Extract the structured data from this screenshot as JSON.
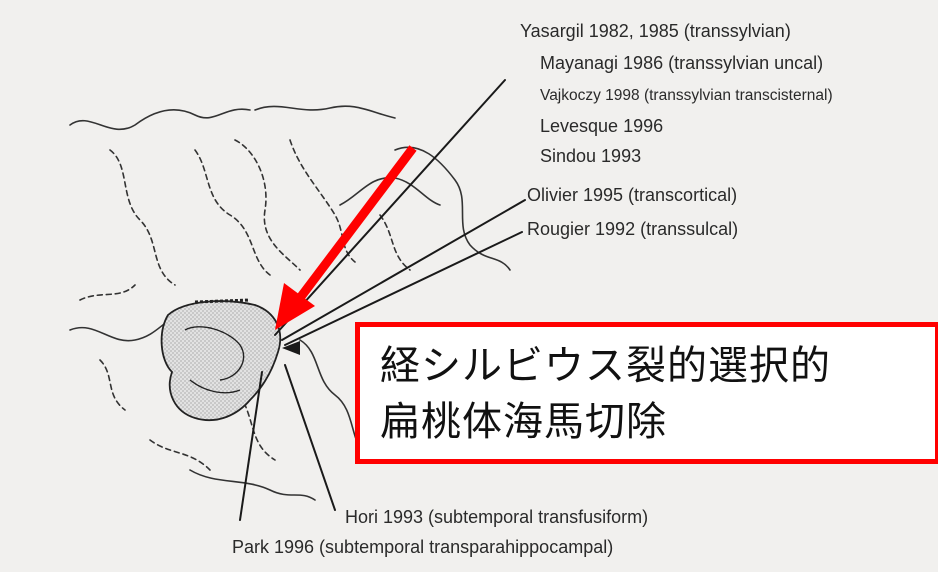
{
  "references": {
    "yasargil": "Yasargil 1982, 1985 (transsylvian)",
    "mayanagi": "Mayanagi 1986 (transsylvian uncal)",
    "vajkoczy": "Vajkoczy 1998 (transsylvian transcisternal)",
    "levesque": "Levesque 1996",
    "sindou": "Sindou 1993",
    "olivier": "Olivier 1995 (transcortical)",
    "rougier": "Rougier 1992 (transsulcal)",
    "hori": "Hori 1993 (subtemporal transfusiform)",
    "park": "Park 1996 (subtemporal transparahippocampal)"
  },
  "callout": {
    "line1": "経シルビウス裂的選択的",
    "line2": "扁桃体海馬切除"
  },
  "colors": {
    "highlight_red": "#ff0000",
    "line_black": "#1a1a1a",
    "paper": "#f1f0ee"
  }
}
